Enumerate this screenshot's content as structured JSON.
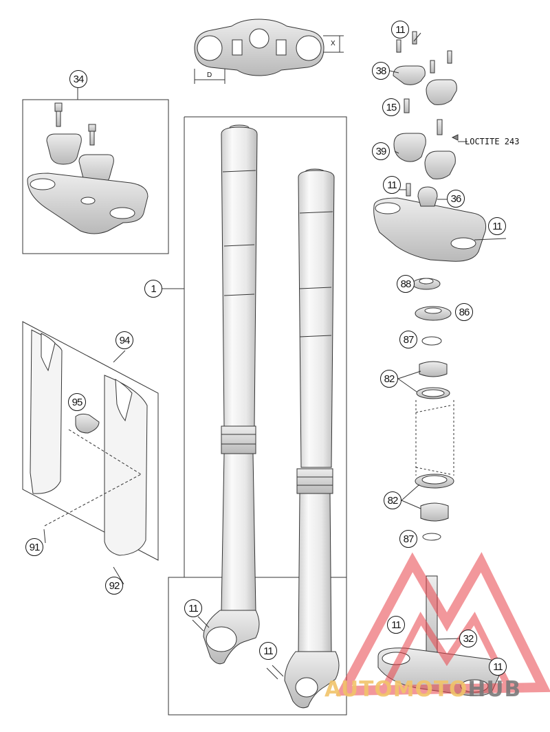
{
  "callouts": {
    "c1": "1",
    "c11a": "11",
    "c11b": "11",
    "c11c": "11",
    "c11d": "11",
    "c11e": "11",
    "c11f": "11",
    "c15": "15",
    "c32": "32",
    "c34": "34",
    "c36": "36",
    "c38": "38",
    "c39": "39",
    "c82a": "82",
    "c82b": "82",
    "c86": "86",
    "c87a": "87",
    "c87b": "87",
    "c88": "88",
    "c91": "91",
    "c92": "92",
    "c94": "94",
    "c95": "95"
  },
  "annotations": {
    "loctite": "LOCTITE 243",
    "dim_d": "D",
    "dim_x": "X"
  },
  "watermark": {
    "part1": "AUTOMOTO",
    "part2": "HUB",
    "colors": {
      "red": "#e8434a",
      "yellow": "#f1c46a",
      "grey": "#7a7a7a"
    }
  }
}
